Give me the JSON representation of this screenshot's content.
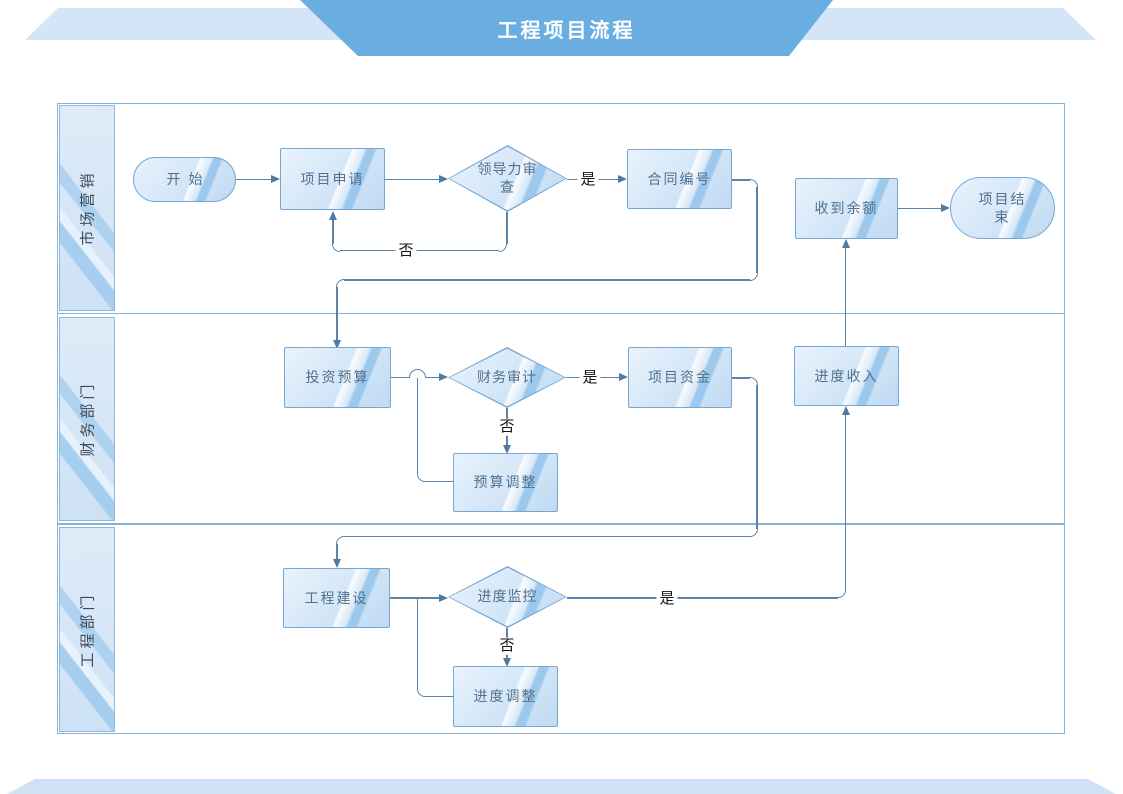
{
  "title": "工程项目流程",
  "diagram_type": "swimlane-flowchart",
  "lanes": [
    {
      "label": "市场营销"
    },
    {
      "label": "财务部门"
    },
    {
      "label": "工程部门"
    }
  ],
  "nodes": {
    "start": {
      "label": "开始",
      "shape": "terminator",
      "lane": "市场营销"
    },
    "project_application": {
      "label": "项目申请",
      "shape": "process",
      "lane": "市场营销"
    },
    "leadership_review": {
      "label": "领导力审查",
      "shape": "decision",
      "lane": "市场营销"
    },
    "contract_number": {
      "label": "合同编号",
      "shape": "process",
      "lane": "市场营销"
    },
    "receive_balance": {
      "label": "收到余额",
      "shape": "process",
      "lane": "市场营销"
    },
    "project_end": {
      "label": "项目结束",
      "shape": "terminator",
      "lane": "市场营销"
    },
    "investment_budget": {
      "label": "投资预算",
      "shape": "process",
      "lane": "财务部门"
    },
    "financial_audit": {
      "label": "财务审计",
      "shape": "decision",
      "lane": "财务部门"
    },
    "project_funds": {
      "label": "项目资金",
      "shape": "process",
      "lane": "财务部门"
    },
    "budget_adjustment": {
      "label": "预算调整",
      "shape": "process",
      "lane": "财务部门"
    },
    "progress_income": {
      "label": "进度收入",
      "shape": "process",
      "lane": "财务部门"
    },
    "engineering_construction": {
      "label": "工程建设",
      "shape": "process",
      "lane": "工程部门"
    },
    "progress_monitoring": {
      "label": "进度监控",
      "shape": "decision",
      "lane": "工程部门"
    },
    "progress_adjustment": {
      "label": "进度调整",
      "shape": "process",
      "lane": "工程部门"
    }
  },
  "edges": [
    {
      "from": "start",
      "to": "project_application",
      "label": ""
    },
    {
      "from": "project_application",
      "to": "leadership_review",
      "label": ""
    },
    {
      "from": "leadership_review",
      "to": "contract_number",
      "label": "是"
    },
    {
      "from": "leadership_review",
      "to": "project_application",
      "label": "否"
    },
    {
      "from": "contract_number",
      "to": "investment_budget",
      "label": ""
    },
    {
      "from": "investment_budget",
      "to": "financial_audit",
      "label": ""
    },
    {
      "from": "financial_audit",
      "to": "project_funds",
      "label": "是"
    },
    {
      "from": "financial_audit",
      "to": "budget_adjustment",
      "label": "否"
    },
    {
      "from": "budget_adjustment",
      "to": "financial_audit",
      "label": ""
    },
    {
      "from": "project_funds",
      "to": "engineering_construction",
      "label": ""
    },
    {
      "from": "engineering_construction",
      "to": "progress_monitoring",
      "label": ""
    },
    {
      "from": "progress_monitoring",
      "to": "progress_income",
      "label": "是"
    },
    {
      "from": "progress_monitoring",
      "to": "progress_adjustment",
      "label": "否"
    },
    {
      "from": "progress_adjustment",
      "to": "engineering_construction",
      "label": ""
    },
    {
      "from": "progress_income",
      "to": "receive_balance",
      "label": ""
    },
    {
      "from": "receive_balance",
      "to": "project_end",
      "label": ""
    }
  ],
  "colors": {
    "banner_blue": "#69ade1",
    "ribbon_light_blue": "#d3e5f6",
    "footer_blue": "#cfe2f5",
    "shape_border": "#74a7d4",
    "shape_fill_light": "#e9f3fc",
    "shape_fill_dark": "#bfdaf2",
    "connector_line": "#5d83a6",
    "frame_border": "#86b2d9",
    "node_text": "#50718f",
    "edge_label_text": "#151515",
    "lane_label_text": "#3d4b59",
    "title_text": "#ffffff"
  }
}
